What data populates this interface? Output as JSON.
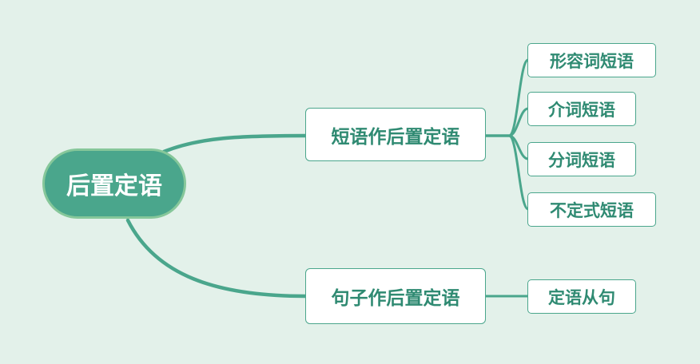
{
  "colors": {
    "background": "#e3f1ea",
    "root_fill": "#4aa68c",
    "root_border": "#86c79a",
    "node_border": "#4aa68c",
    "node_text": "#2f8a72",
    "connector": "#4aa68c"
  },
  "mindmap": {
    "root": {
      "label": "后置定语"
    },
    "branches": [
      {
        "label": "短语作后置定语",
        "children": [
          {
            "label": "形容词短语"
          },
          {
            "label": "介词短语"
          },
          {
            "label": "分词短语"
          },
          {
            "label": "不定式短语"
          }
        ]
      },
      {
        "label": "句子作后置定语",
        "children": [
          {
            "label": "定语从句"
          }
        ]
      }
    ]
  }
}
